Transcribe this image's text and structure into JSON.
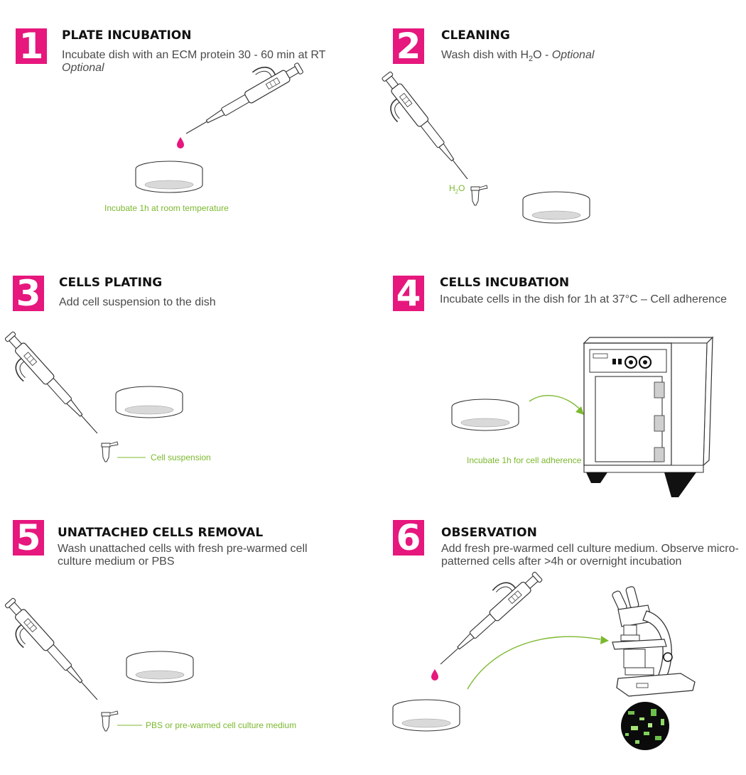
{
  "colors": {
    "accent": "#e6177d",
    "label_green": "#7cb82f",
    "title": "#111111",
    "text": "#4a4a4a"
  },
  "steps": [
    {
      "number": "1",
      "title": "PLATE INCUBATION",
      "desc_line1": "Incubate dish with an ECM protein 30 - 60 min at RT",
      "desc_line2_italic": "Optional",
      "label": "Incubate 1h at room temperature"
    },
    {
      "number": "2",
      "title": "CLEANING",
      "desc_prefix": "Wash dish with H",
      "desc_sub": "2",
      "desc_mid": "O - ",
      "desc_italic": "Optional",
      "label_h": "H",
      "label_sub": "2",
      "label_o": "O"
    },
    {
      "number": "3",
      "title": "CELLS PLATING",
      "desc_line1": "Add cell suspension to the dish",
      "label": "Cell suspension"
    },
    {
      "number": "4",
      "title": "CELLS INCUBATION",
      "desc_line1": "Incubate cells in the dish for 1h at 37°C – Cell adherence",
      "label": "Incubate 1h for cell adherence"
    },
    {
      "number": "5",
      "title": "UNATTACHED CELLS REMOVAL",
      "desc_line1": "Wash unattached cells with fresh pre-warmed cell",
      "desc_line2": "culture medium or PBS",
      "label": "PBS or pre-warmed cell culture medium"
    },
    {
      "number": "6",
      "title": "OBSERVATION",
      "desc_line1": "Add fresh pre-warmed cell culture medium. Observe micro-",
      "desc_line2": "patterned cells after >4h or overnight incubation"
    }
  ]
}
